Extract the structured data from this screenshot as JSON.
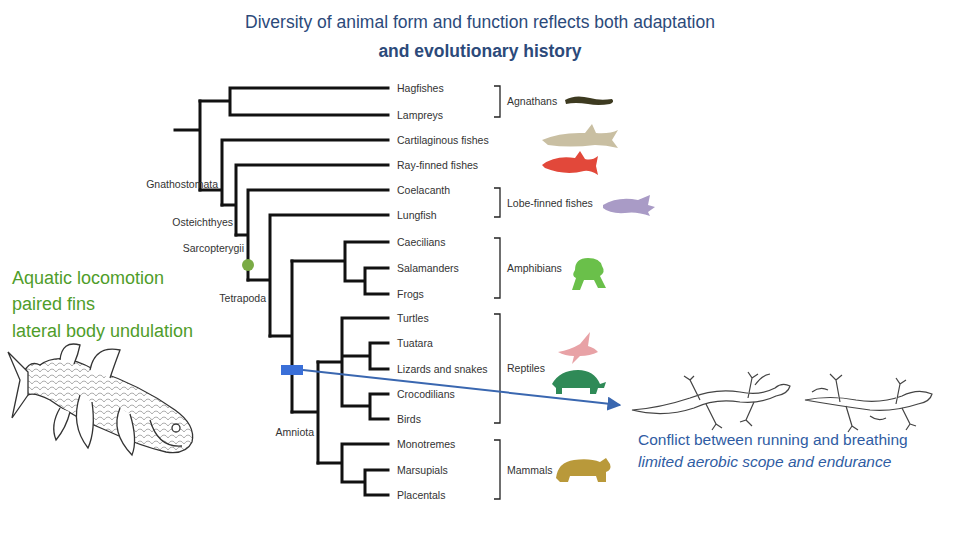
{
  "diagram": {
    "title": "Diversity of animal form and function reflects both adaptation and evolutionary history",
    "labels": [
      "Hagfishes",
      "Lampreys",
      "Agnathans",
      "Cartilaginous fishes",
      "Ray-finned fishes",
      "Coelacanth",
      "Lungfish",
      "Lobe-finned fishes",
      "Caecilians",
      "Salamanders",
      "Frogs",
      "Amphibians",
      "Turtles",
      "Tuatara",
      "Lizards and snakes",
      "Reptiles",
      "Crocodilians",
      "Birds",
      "Monotremes",
      "Marsupials",
      "Placentals",
      "Mammals",
      "Gnathostomata",
      "Osteichthyes",
      "Sarcopterygii",
      "Tetrapoda",
      "Amniota",
      "Aquatic locomotion",
      "paired fins",
      "lateral body undulation",
      "Conflict between running and breathing",
      "limited aerobic scope and endurance"
    ]
  }
}
